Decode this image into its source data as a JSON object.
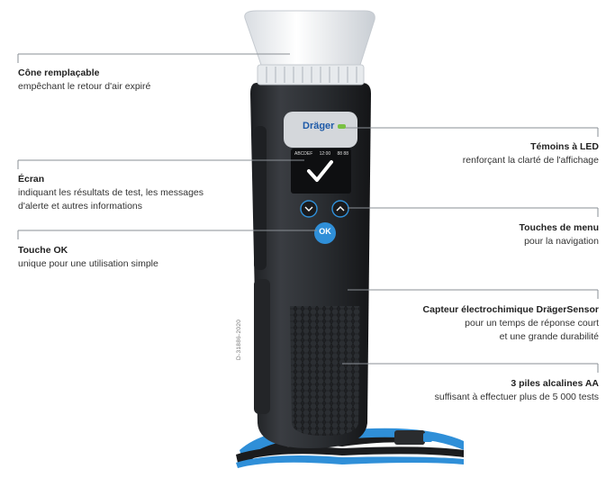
{
  "brand": "Dräger",
  "product_code": "D-31886-2020",
  "screen": {
    "status_left": "ABCDEF",
    "status_mid": "12:00",
    "status_right": "88 88"
  },
  "ok_button_label": "OK",
  "colors": {
    "accent_blue": "#2f8fd8",
    "green_led": "#7ac143",
    "body": "#2a2d31"
  },
  "callouts": [
    {
      "id": "cone",
      "title": "Cône remplaçable",
      "desc": [
        "empêchant le retour d'air expiré"
      ]
    },
    {
      "id": "screen",
      "title": "Écran",
      "desc": [
        "indiquant les résultats de test, les messages",
        "d'alerte et autres informations"
      ]
    },
    {
      "id": "ok",
      "title": "Touche OK",
      "desc": [
        "unique pour une utilisation simple"
      ]
    },
    {
      "id": "led",
      "title": "Témoins à LED",
      "desc": [
        "renforçant la clarté de l'affichage"
      ]
    },
    {
      "id": "menu",
      "title": "Touches de menu",
      "desc": [
        "pour la navigation"
      ]
    },
    {
      "id": "sensor",
      "title": "Capteur électrochimique DrägerSensor",
      "desc": [
        "pour un temps de réponse court",
        "et une grande durabilité"
      ]
    },
    {
      "id": "batteries",
      "title": "3 piles alcalines AA",
      "desc": [
        "suffisant à effectuer plus de 5 000 tests"
      ]
    }
  ]
}
